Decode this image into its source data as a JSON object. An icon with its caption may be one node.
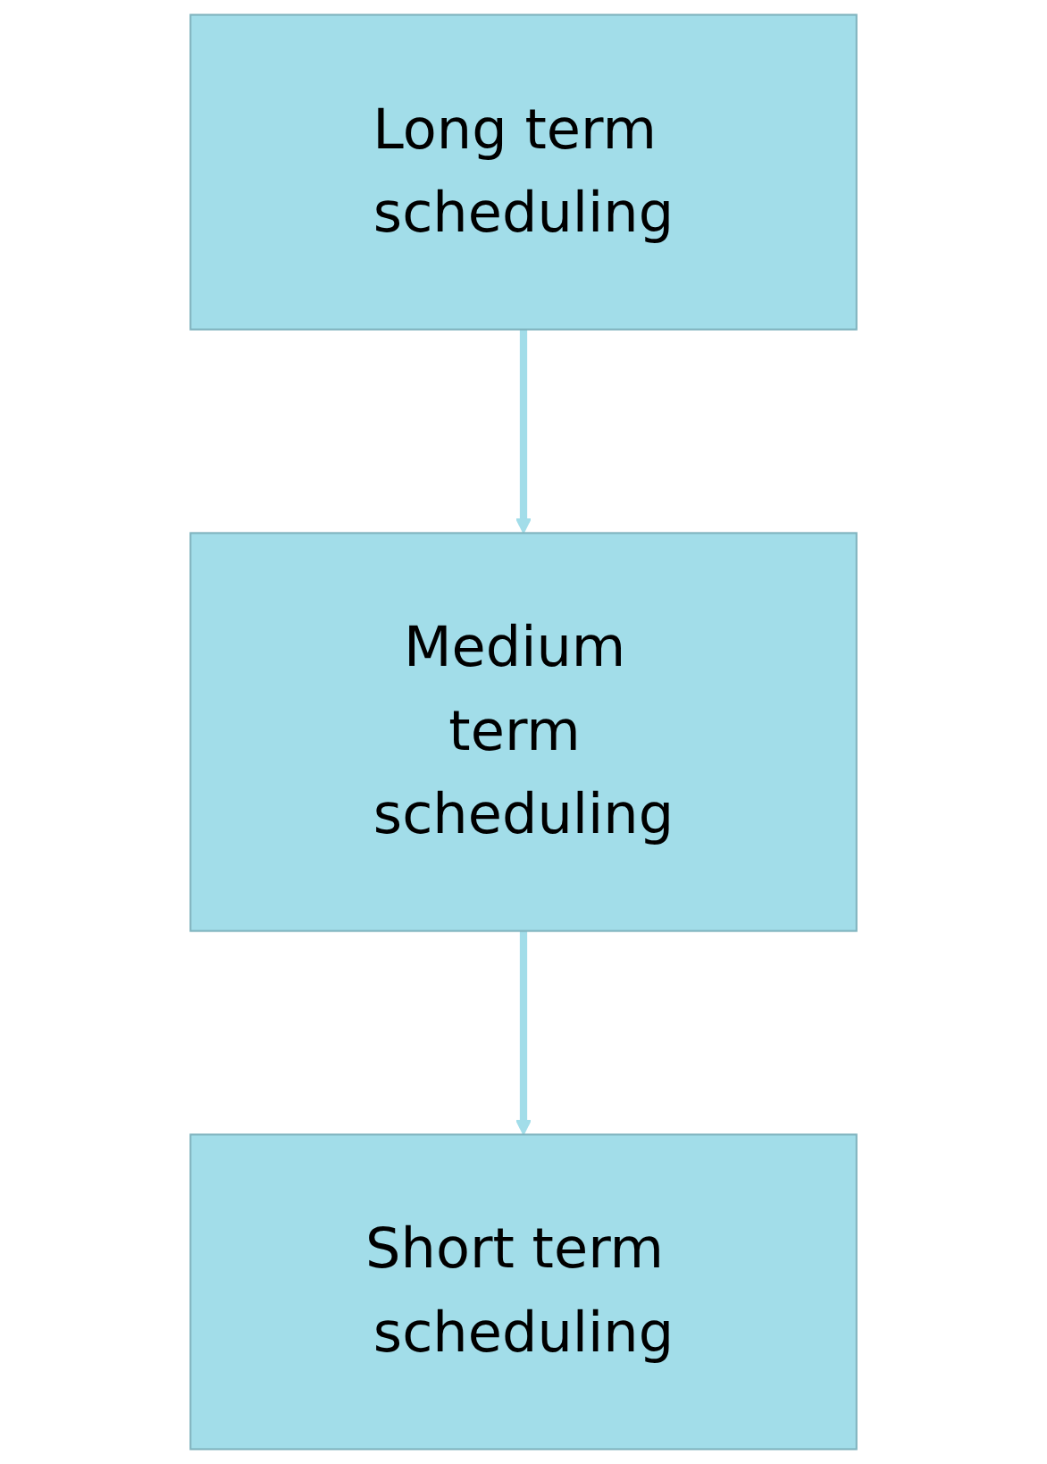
{
  "diagram": {
    "nodes": [
      {
        "text": [
          "Long term scheduling"
        ]
      },
      {
        "text": [
          "Medium term scheduling"
        ]
      },
      {
        "text": [
          "Short term scheduling"
        ]
      }
    ],
    "edges": [
      {
        "from": 0,
        "to": 1,
        "arrow": "to"
      },
      {
        "from": 1,
        "to": 2,
        "arrow": "to"
      }
    ]
  }
}
